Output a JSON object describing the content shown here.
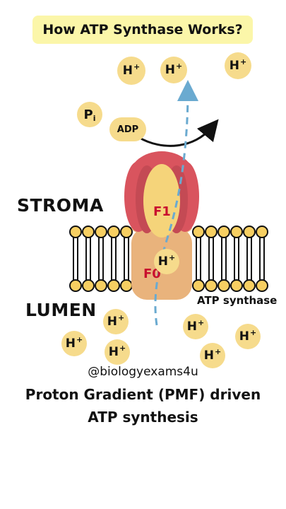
{
  "title": "How ATP Synthase Works?",
  "regions": {
    "stroma": "STROMA",
    "lumen": "LUMEN"
  },
  "labels": {
    "f1": "F1",
    "f0": "F0",
    "atp_synthase": "ATP synthase",
    "adp": "ADP",
    "pi_main": "P",
    "pi_sub": "i",
    "proton": "H",
    "proton_charge": "+"
  },
  "handle": "@biologyexams4u",
  "caption": {
    "line1": "Proton Gradient (PMF) driven",
    "line2": "ATP synthesis"
  },
  "colors": {
    "ion_fill": "#f6db8c",
    "f1_red": "#d9545e",
    "f1_core": "#f5d47a",
    "f0_body": "#e9b37c",
    "membrane_head": "#f7cf62",
    "arrow_dashed": "#6aaad0",
    "banner": "#fbf6a9"
  }
}
